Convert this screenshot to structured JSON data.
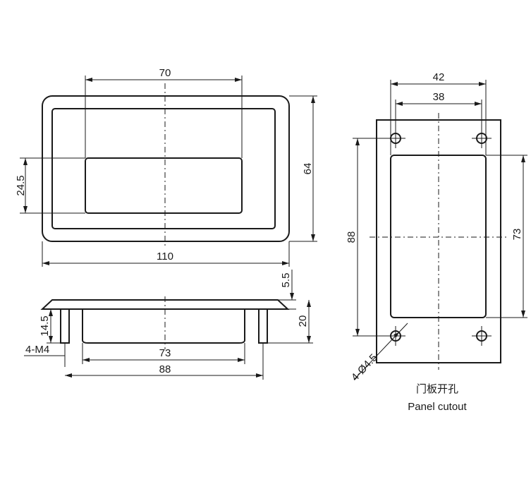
{
  "front_view": {
    "dim_width_inner": "70",
    "dim_height": "64",
    "dim_recess_height": "24.5",
    "dim_width_overall": "110"
  },
  "side_view": {
    "dim_flange": "5.5",
    "dim_depth": "20",
    "dim_stud": "14.5",
    "dim_thread": "4-M4",
    "dim_inner": "73",
    "dim_stud_pitch": "88"
  },
  "cutout_view": {
    "dim_width": "42",
    "dim_hole_pitch_x": "38",
    "dim_hole_pitch_y": "88",
    "dim_opening_height": "73",
    "dim_holes": "4-Ø4.5",
    "caption_cn": "门板开孔",
    "caption_en": "Panel cutout"
  }
}
